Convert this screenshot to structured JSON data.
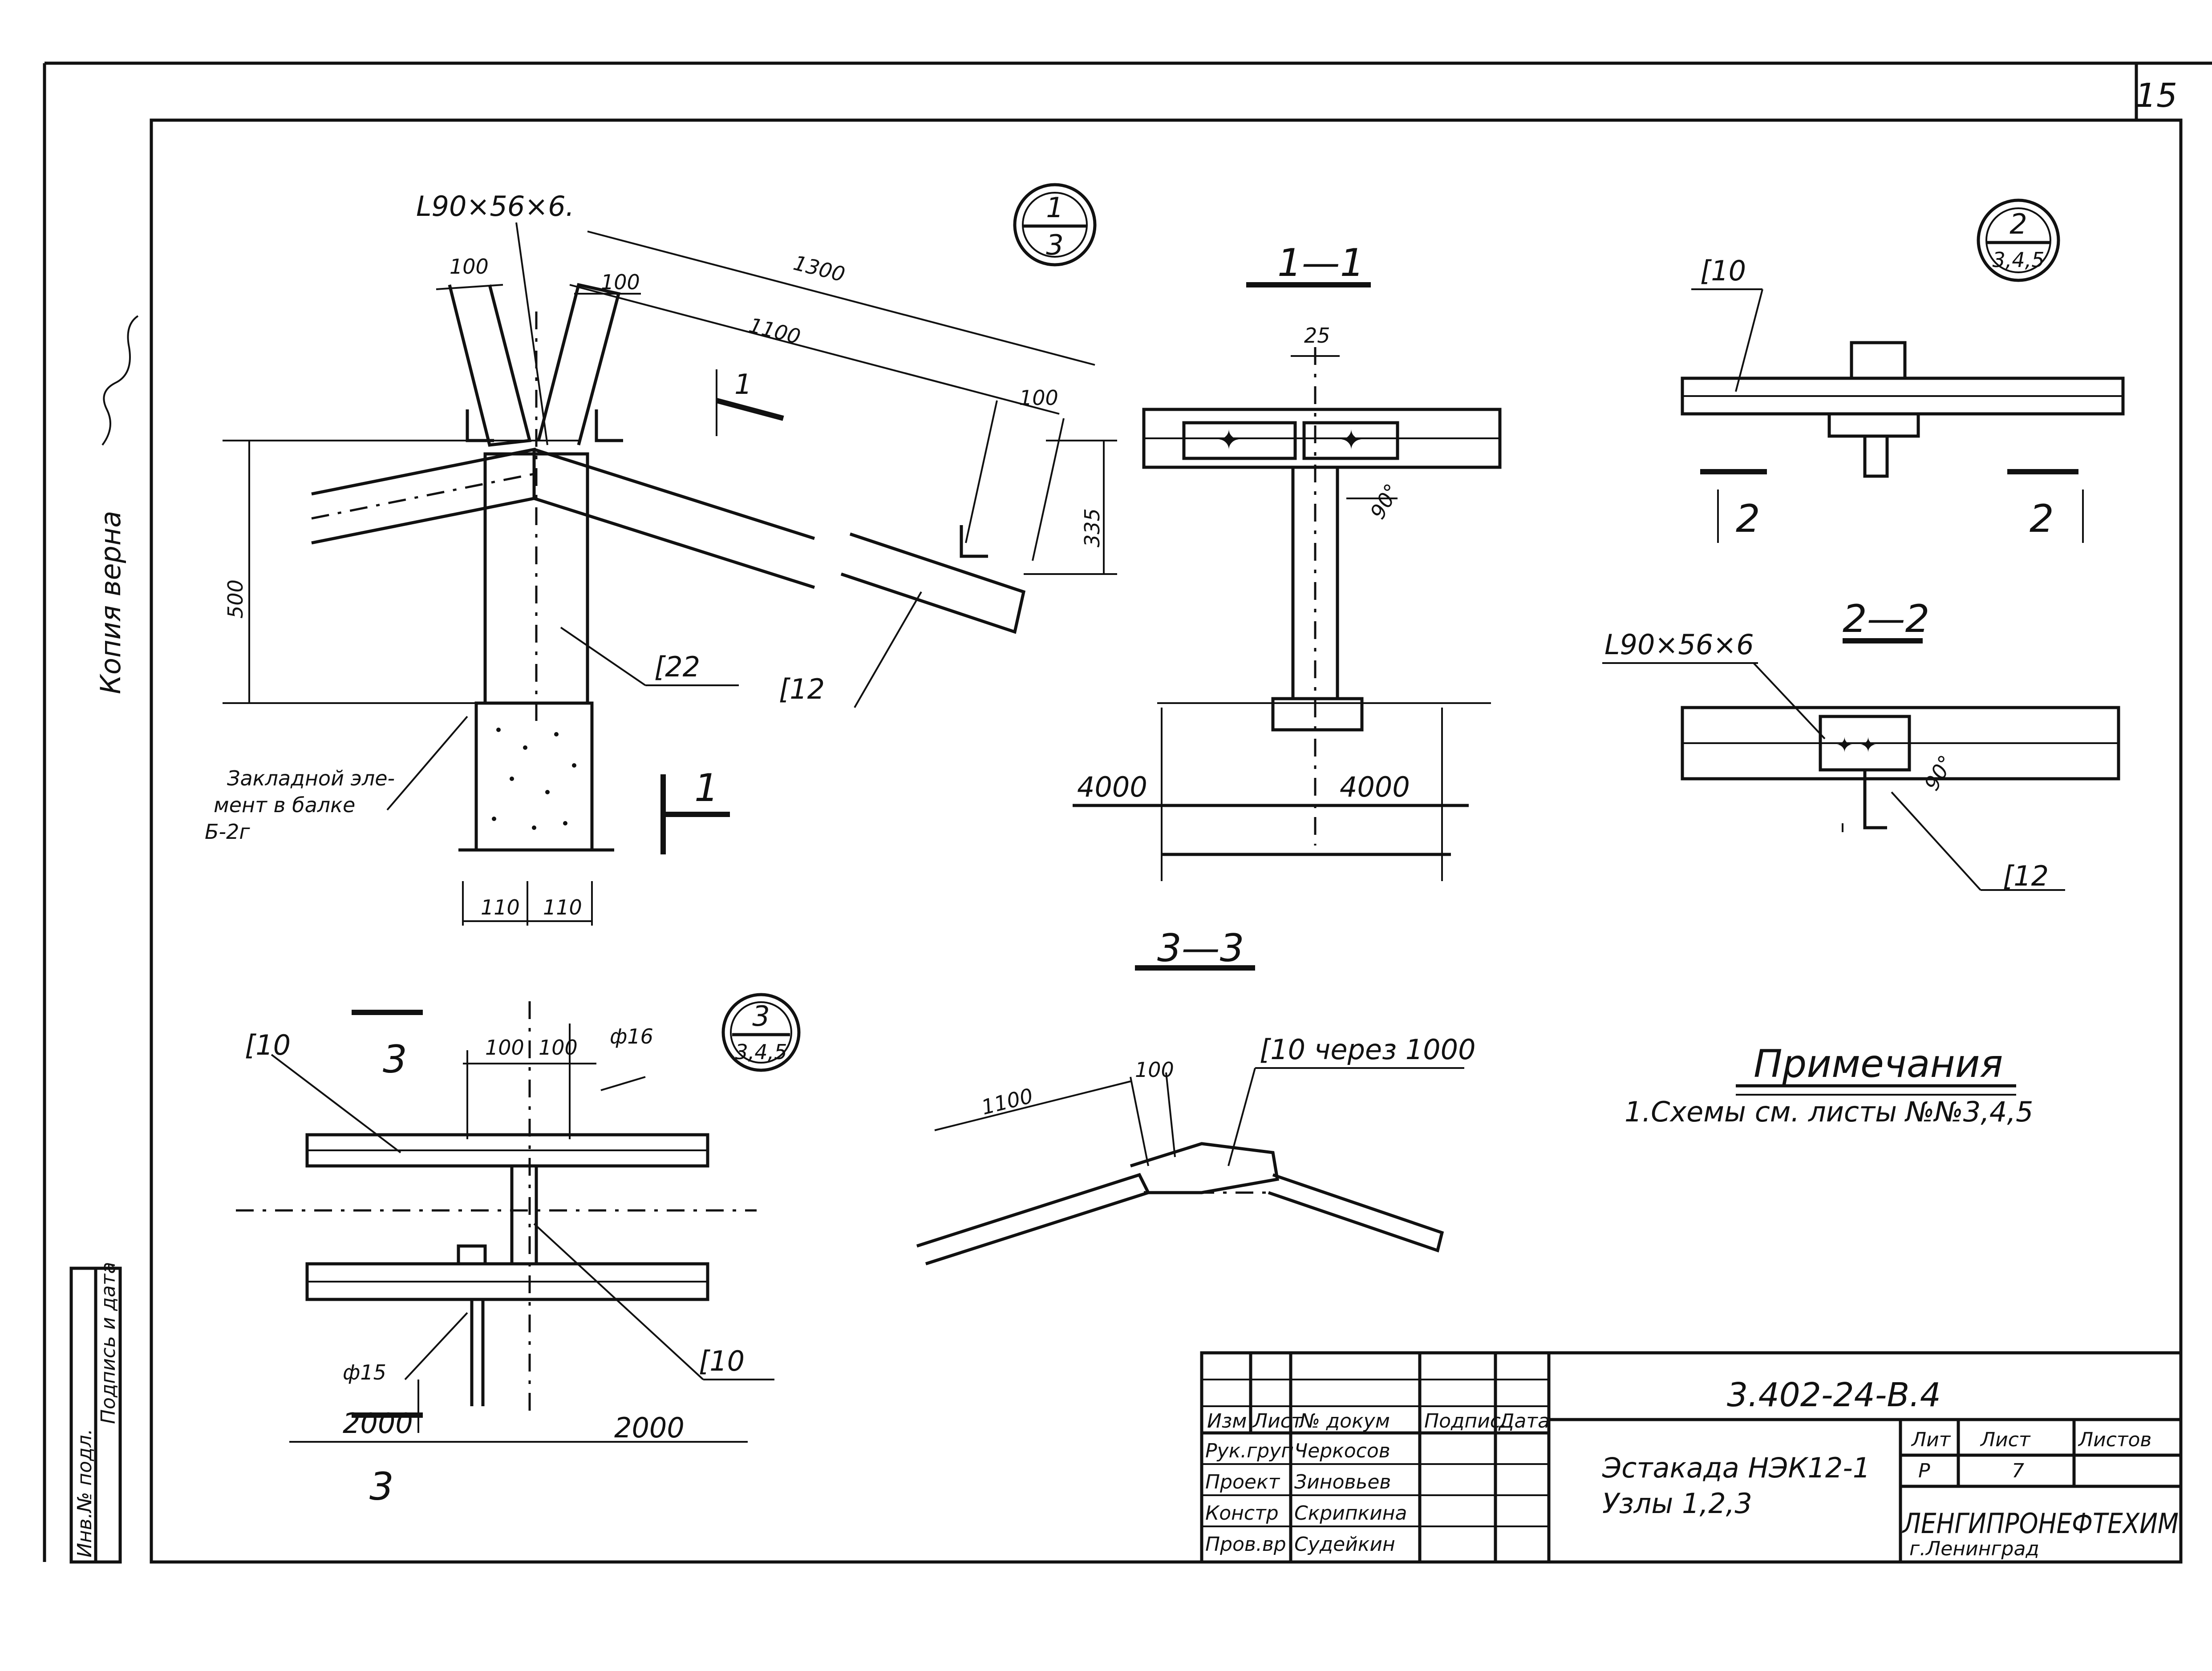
{
  "sheet": {
    "number": "15",
    "verified_note": "Копия верна"
  },
  "node1": {
    "ref": {
      "top": "1",
      "bottom": "3"
    },
    "angle_label": "L90×56×6.",
    "dims": {
      "d100_left": "100",
      "d100_right": "100",
      "d1300": "1300",
      "d1100": "1100",
      "d100_end": "100",
      "d335": "335",
      "d500": "500",
      "d110_a": "110",
      "d110_b": "110"
    },
    "c22": "[22",
    "c12": "[12",
    "embed_line1": "Закладной эле-",
    "embed_line2": "мент в балке",
    "embed_line3": "Б-2г",
    "cut_mark": "1"
  },
  "section11": {
    "title": "1—1",
    "dims": {
      "d25": "25",
      "d4000_left": "4000",
      "d4000_right": "4000"
    },
    "angle": "90°"
  },
  "node2": {
    "ref": {
      "top": "2",
      "bottom": "3,4,5"
    },
    "c10": "[10",
    "cut_mark": "2"
  },
  "section22": {
    "title": "2—2",
    "angle_label": "L90×56×6",
    "angle": "90°",
    "c12": "[12"
  },
  "node3": {
    "ref": {
      "top": "3",
      "bottom": "3,4,5"
    },
    "c10_top": "[10",
    "c10_bottom": "[10",
    "cut_mark": "3",
    "dims": {
      "d100_a": "100",
      "d100_b": "100",
      "d2000_left": "2000",
      "d2000_right": "2000"
    },
    "phi16": "ф16",
    "phi15": "ф15"
  },
  "section33": {
    "title": "3—3",
    "c10_every": "[10 через 1000",
    "dims": {
      "d1100": "1100",
      "d100": "100"
    }
  },
  "notes": {
    "heading": "Примечания",
    "item1": "1.Схемы см. листы №№3,4,5"
  },
  "stamp": {
    "code": "3.402-24-В.4",
    "title_line1": "Эстакада НЭК12-1",
    "title_line2": "Узлы 1,2,3",
    "header_cols": [
      "Изм",
      "Лист",
      "№ докум",
      "Подпис.",
      "Дата"
    ],
    "people": [
      {
        "role": "Рук.груп",
        "name": "Черкосов"
      },
      {
        "role": "Проект",
        "name": "Зиновьев"
      },
      {
        "role": "Констр",
        "name": "Скрипкина"
      },
      {
        "role": "Пров.вр",
        "name": "Судейкин"
      }
    ],
    "lit_label": "Лит",
    "list_label": "Лист",
    "lists_label": "Листов",
    "lit_value": "Р",
    "list_value": "7",
    "org_line1": "ЛЕНГИПРОНЕФТЕХИМ",
    "org_line2": "г.Ленинград",
    "side_label1": "Инв.№ подл.",
    "side_label2": "Подпись и дата"
  }
}
